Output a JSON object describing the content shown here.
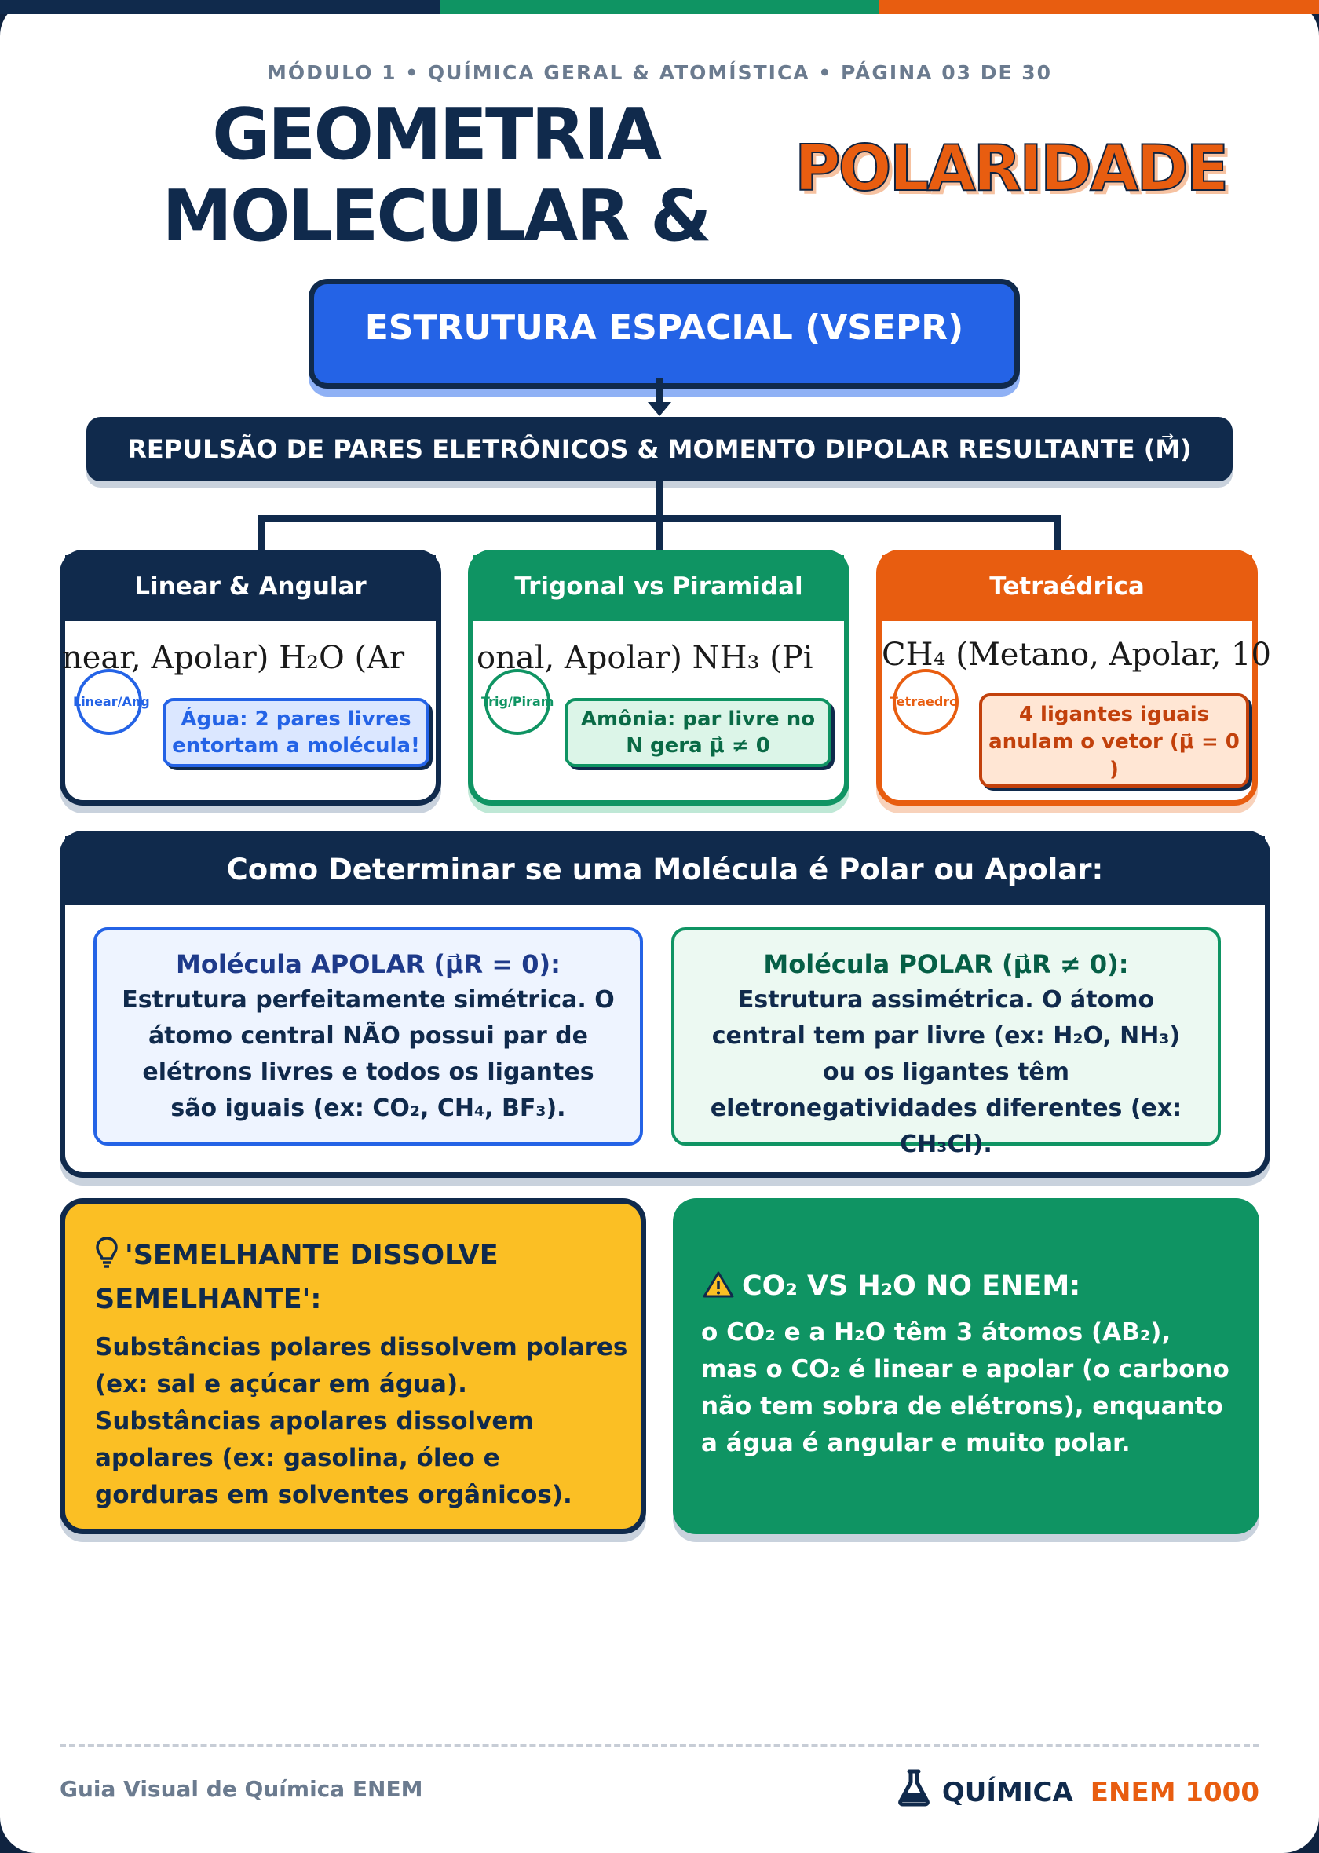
{
  "header": {
    "kicker": "MÓDULO 1 • QUÍMICA GERAL & ATOMÍSTICA • PÁGINA 03 DE 30",
    "title_line1": "GEOMETRIA",
    "title_line2": "MOLECULAR &",
    "title_accent": "POLARIDADE"
  },
  "flow": {
    "top_box": "ESTRUTURA ESPACIAL (VSEPR)",
    "second_box": "REPULSÃO DE PARES ELETRÔNICOS & MOMENTO DIPOLAR RESULTANTE (M⃗)"
  },
  "cards": [
    {
      "title": "Linear & Angular",
      "formula": "near, Apolar)    H₂O (Ar",
      "circle_label": "Linear/Ang",
      "note": "Água: 2 pares livres entortam a molécula!",
      "color": "#102a4c",
      "accent": "#2463e6"
    },
    {
      "title": "Trigonal vs Piramidal",
      "formula": "onal, Apolar)    NH₃ (Pi",
      "circle_label": "Trig/Piram",
      "note": "Amônia: par livre no N gera μ⃗ ≠ 0",
      "color": "#0f9463",
      "accent": "#0f9463"
    },
    {
      "title": "Tetraédrica",
      "formula": "CH₄ (Metano, Apolar, 10",
      "circle_label": "Tetraedro",
      "note": "4 ligantes iguais anulam o vetor (μ⃗ = 0 )",
      "color": "#e85d10",
      "accent": "#e85d10"
    }
  ],
  "how": {
    "title": "Como Determinar se uma Molécula é Polar ou Apolar:",
    "apolar_title": "Molécula APOLAR (μ⃗R = 0):",
    "apolar_text": "Estrutura perfeitamente simétrica. O átomo central NÃO possui par de elétrons livres e todos os ligantes são iguais (ex: CO₂, CH₄, BF₃).",
    "polar_title": "Molécula POLAR (μ⃗R ≠ 0):",
    "polar_text": "Estrutura assimétrica. O átomo central tem par livre (ex: H₂O, NH₃) ou os ligantes têm eletronegatividades diferentes (ex: CH₃Cl)."
  },
  "tip": {
    "icon": "lightbulb-icon",
    "title": "'SEMELHANTE DISSOLVE SEMELHANTE':",
    "text": "Substâncias polares dissolvem polares (ex: sal e açúcar em água). Substâncias apolares dissolvem apolares (ex: gasolina, óleo e gorduras em solventes orgânicos)."
  },
  "warning": {
    "icon": "warning-icon",
    "title": "CO₂ VS H₂O NO ENEM:",
    "text": "o CO₂ e a H₂O têm 3 átomos (AB₂), mas o CO₂ é linear e apolar (o carbono não tem sobra de elétrons), enquanto a água é angular e muito polar."
  },
  "footer": {
    "left": "Guia Visual de Química ENEM",
    "brand": "QUÍMICA",
    "brand_accent": "ENEM 1000",
    "icon": "flask-icon"
  },
  "colors": {
    "navy": "#102a4c",
    "blue": "#2463e6",
    "green": "#0f9463",
    "orange": "#e85d10",
    "yellow": "#fbbf24"
  }
}
